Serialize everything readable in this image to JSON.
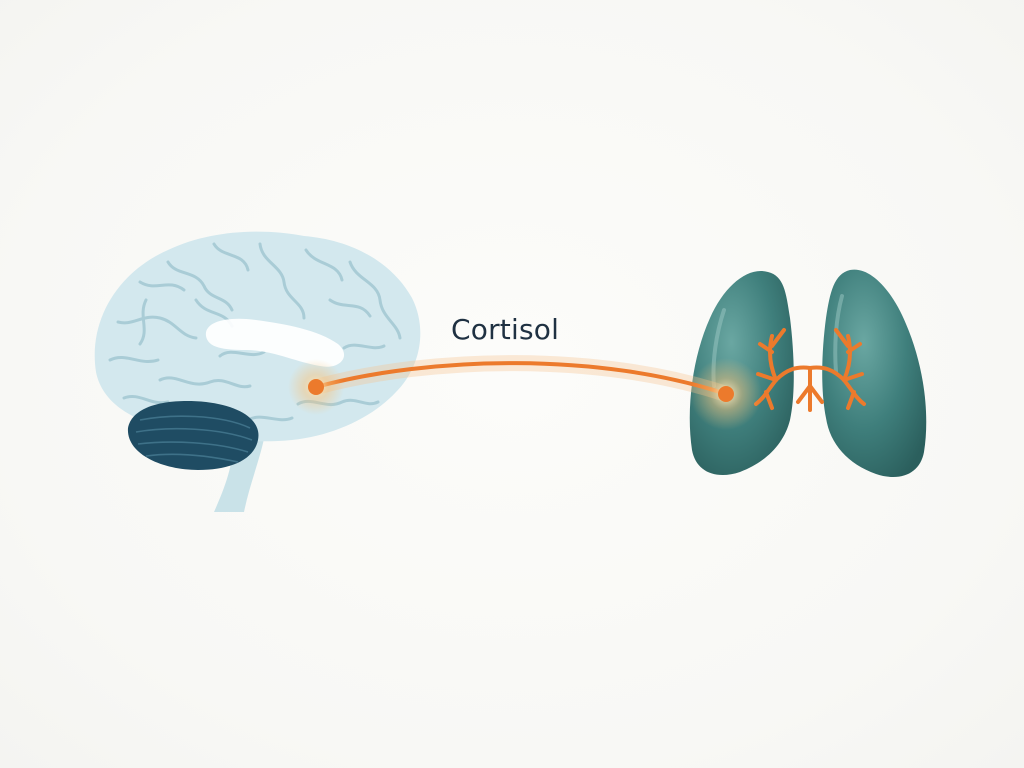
{
  "diagram": {
    "pathway_label": "Cortisol",
    "nodes": [
      {
        "id": "brain",
        "icon": "brain-icon"
      },
      {
        "id": "lungs",
        "icon": "lungs-icon"
      }
    ],
    "edges": [
      {
        "from": "brain",
        "to": "lungs",
        "label_key": "pathway_label"
      }
    ]
  },
  "colors": {
    "background": "#f8f8f5",
    "brain_fill": "#d3e8ee",
    "brain_folds": "#a9ccd6",
    "cerebellum": "#1f4c63",
    "lung_fill": "#3f7f7c",
    "lung_dark": "#2b5f5d",
    "pathway": "#ec7a2c",
    "label_text": "#1f3142"
  }
}
